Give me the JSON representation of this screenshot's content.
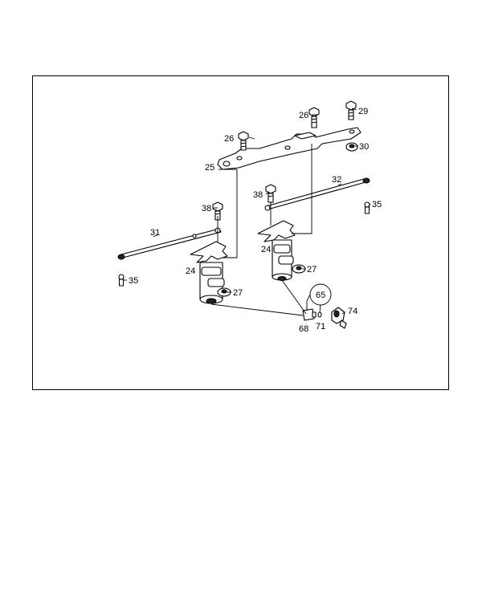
{
  "diagram": {
    "callouts": {
      "c24a": "24",
      "c24b": "24",
      "c25": "25",
      "c26a": "26",
      "c26b": "26",
      "c27a": "27",
      "c27b": "27",
      "c29": "29",
      "c30": "30",
      "c31": "31",
      "c32": "32",
      "c35a": "35",
      "c35b": "35",
      "c38a": "38",
      "c38b": "38",
      "c65": "65",
      "c68": "68",
      "c71": "71",
      "c74": "74"
    }
  }
}
